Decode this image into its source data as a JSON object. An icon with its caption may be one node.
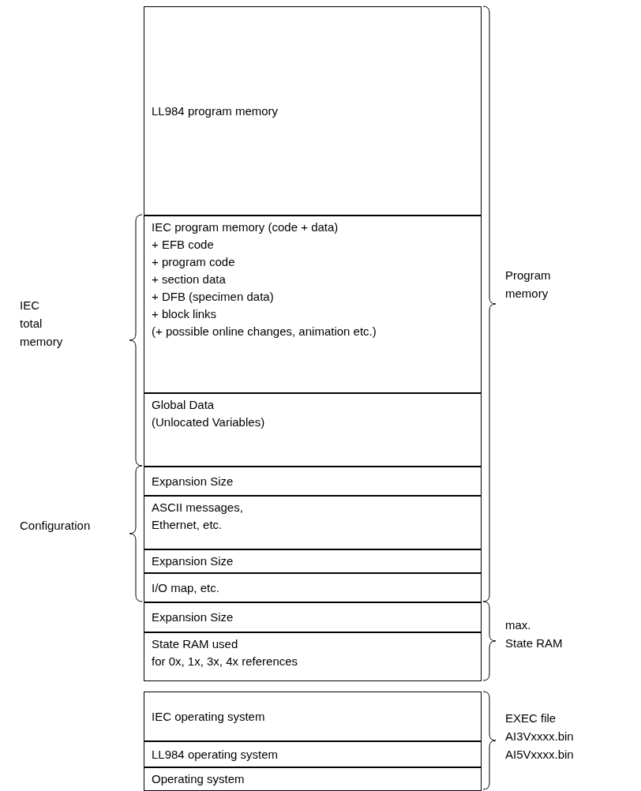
{
  "diagram": {
    "nodes": [
      {
        "text": [
          "LL984 program memory"
        ]
      },
      {
        "text": [
          "IEC program memory (code + data)",
          "+ EFB code",
          "+ program code",
          "+ section data",
          "+ DFB (specimen data)",
          "+ block links",
          "(+ possible online changes, animation etc.)"
        ]
      },
      {
        "text": [
          "Global Data",
          "(Unlocated Variables)"
        ]
      },
      {
        "text": [
          "Expansion Size"
        ]
      },
      {
        "text": [
          "ASCII messages,",
          "Ethernet, etc."
        ]
      },
      {
        "text": [
          "Expansion Size"
        ]
      },
      {
        "text": [
          "I/O map, etc."
        ]
      },
      {
        "text": [
          "Expansion Size"
        ]
      },
      {
        "text": [
          "State RAM used",
          "for 0x, 1x, 3x, 4x references"
        ]
      },
      {
        "text": [
          "IEC operating system"
        ]
      },
      {
        "text": [
          "LL984 operating system"
        ]
      },
      {
        "text": [
          "Operating system"
        ]
      }
    ],
    "edges": [],
    "labels": [
      "Program",
      "memory",
      "IEC",
      "total",
      "memory",
      "Configuration",
      "max.",
      "State RAM",
      "EXEC file",
      "AI3Vxxxx.bin",
      "AI5Vxxxx.bin"
    ]
  }
}
